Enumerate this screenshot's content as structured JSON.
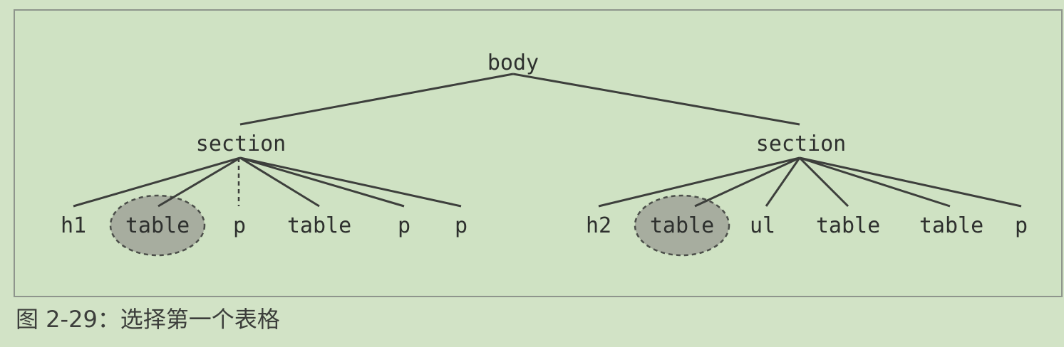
{
  "diagram": {
    "root": "body",
    "sections": [
      {
        "label": "section",
        "children": [
          "h1",
          "table",
          "p",
          "table",
          "p",
          "p"
        ],
        "highlighted_child_index": 1
      },
      {
        "label": "section",
        "children": [
          "h2",
          "table",
          "ul",
          "table",
          "table",
          "p"
        ],
        "highlighted_child_index": 1
      }
    ]
  },
  "caption": "图 2-29：选择第一个表格"
}
